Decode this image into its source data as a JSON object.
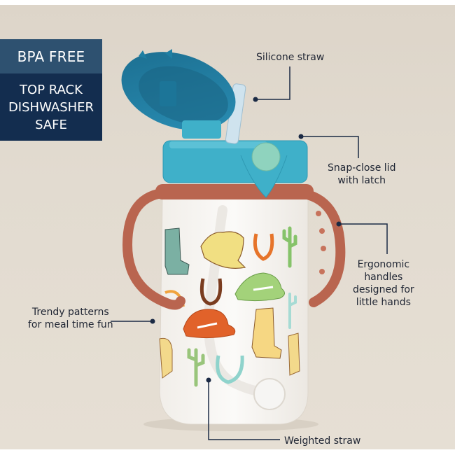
{
  "badge": {
    "top_label": "BPA FREE",
    "bottom_lines": [
      "TOP RACK",
      "DISHWASHER",
      "SAFE"
    ],
    "top_color": "#2e5170",
    "bottom_color": "#132d4f"
  },
  "callouts": [
    {
      "id": "silicone-straw",
      "lines": [
        "Silicone straw"
      ]
    },
    {
      "id": "snap-close-lid",
      "lines": [
        "Snap-close lid",
        "with latch"
      ]
    },
    {
      "id": "ergonomic-handles",
      "lines": [
        "Ergonomic",
        "handles",
        "designed for",
        "little hands"
      ]
    },
    {
      "id": "trendy-patterns",
      "lines": [
        "Trendy patterns",
        "for meal time fun"
      ]
    },
    {
      "id": "weighted-straw",
      "lines": [
        "Weighted straw"
      ]
    }
  ],
  "product": {
    "name": "Kids straw cup with handles",
    "pattern": "Western cowboy motifs: boots, hats, horseshoes, cacti",
    "colors": {
      "lid": "#1f7fa3",
      "collar": "#3fb0c9",
      "latch_button": "#8fd3be",
      "handles": "#b9654f",
      "background": "#e2dbd0",
      "leader_lines": "#1b2a44"
    }
  }
}
